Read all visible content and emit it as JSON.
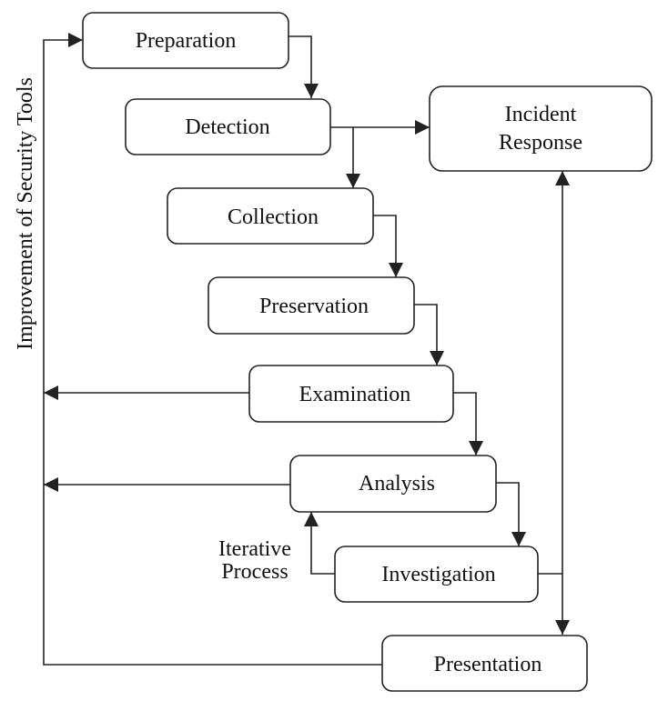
{
  "diagram": {
    "side_label": "Improvement of Security Tools",
    "iterative_label": [
      "Iterative",
      "Process"
    ],
    "nodes": {
      "preparation": "Preparation",
      "detection": "Detection",
      "incident_response": [
        "Incident",
        "Response"
      ],
      "collection": "Collection",
      "preservation": "Preservation",
      "examination": "Examination",
      "analysis": "Analysis",
      "investigation": "Investigation",
      "presentation": "Presentation"
    }
  }
}
